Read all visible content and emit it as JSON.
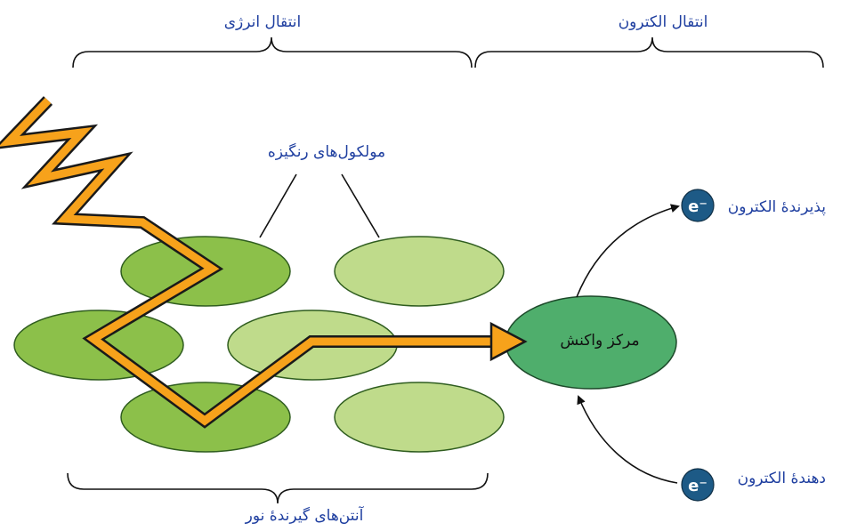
{
  "labels": {
    "energy_transfer": "انتقال انرژی",
    "electron_transfer": "انتقال الکترون",
    "pigment_molecules": "مولکول‌های رنگیزه",
    "electron_acceptor": "پذیرندهٔ الکترون",
    "electron_donor": "دهندهٔ الکترون",
    "reaction_center": "مرکز واکنش",
    "antenna": "آنتن‌های گیرندهٔ نور",
    "electron_symbol": "e⁻"
  },
  "colors": {
    "pigment_dark": "#8cc04a",
    "pigment_light": "#bfdb8b",
    "reaction_center": "#4fae6c",
    "electron_badge": "#1d5a86",
    "arrow_orange": "#f7a21b",
    "label_blue": "#1f3fa0"
  }
}
